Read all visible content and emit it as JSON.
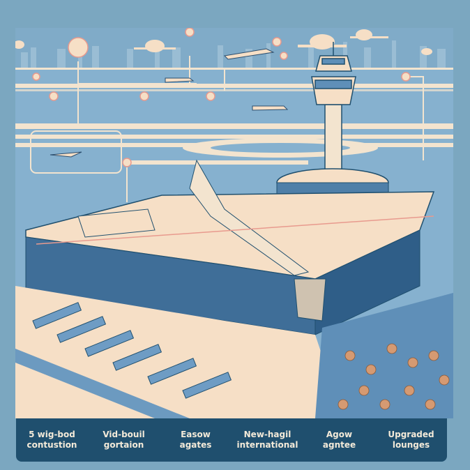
{
  "poster": {
    "subject": "Airport terminal upgrade infographic",
    "colors": {
      "background": "#7ba7c0",
      "sky": "#86b1cf",
      "cream": "#f6dfc6",
      "navy": "#1f4f6e",
      "accent_pink": "#e89a8e",
      "glass": "#4f7fa8"
    },
    "icons": [
      "callout-marker-icon",
      "airplane-icon",
      "control-tower-icon",
      "building-icon"
    ]
  },
  "captions": [
    {
      "line1": "5 wig-bod",
      "line2": "contustion"
    },
    {
      "line1": "Vid-bouil",
      "line2": "gortaion"
    },
    {
      "line1": "Easow",
      "line2": "agates"
    },
    {
      "line1": "New-hagil",
      "line2": "international"
    },
    {
      "line1": "Agow",
      "line2": "agntee"
    },
    {
      "line1": "Upgraded",
      "line2": "lounges"
    }
  ]
}
